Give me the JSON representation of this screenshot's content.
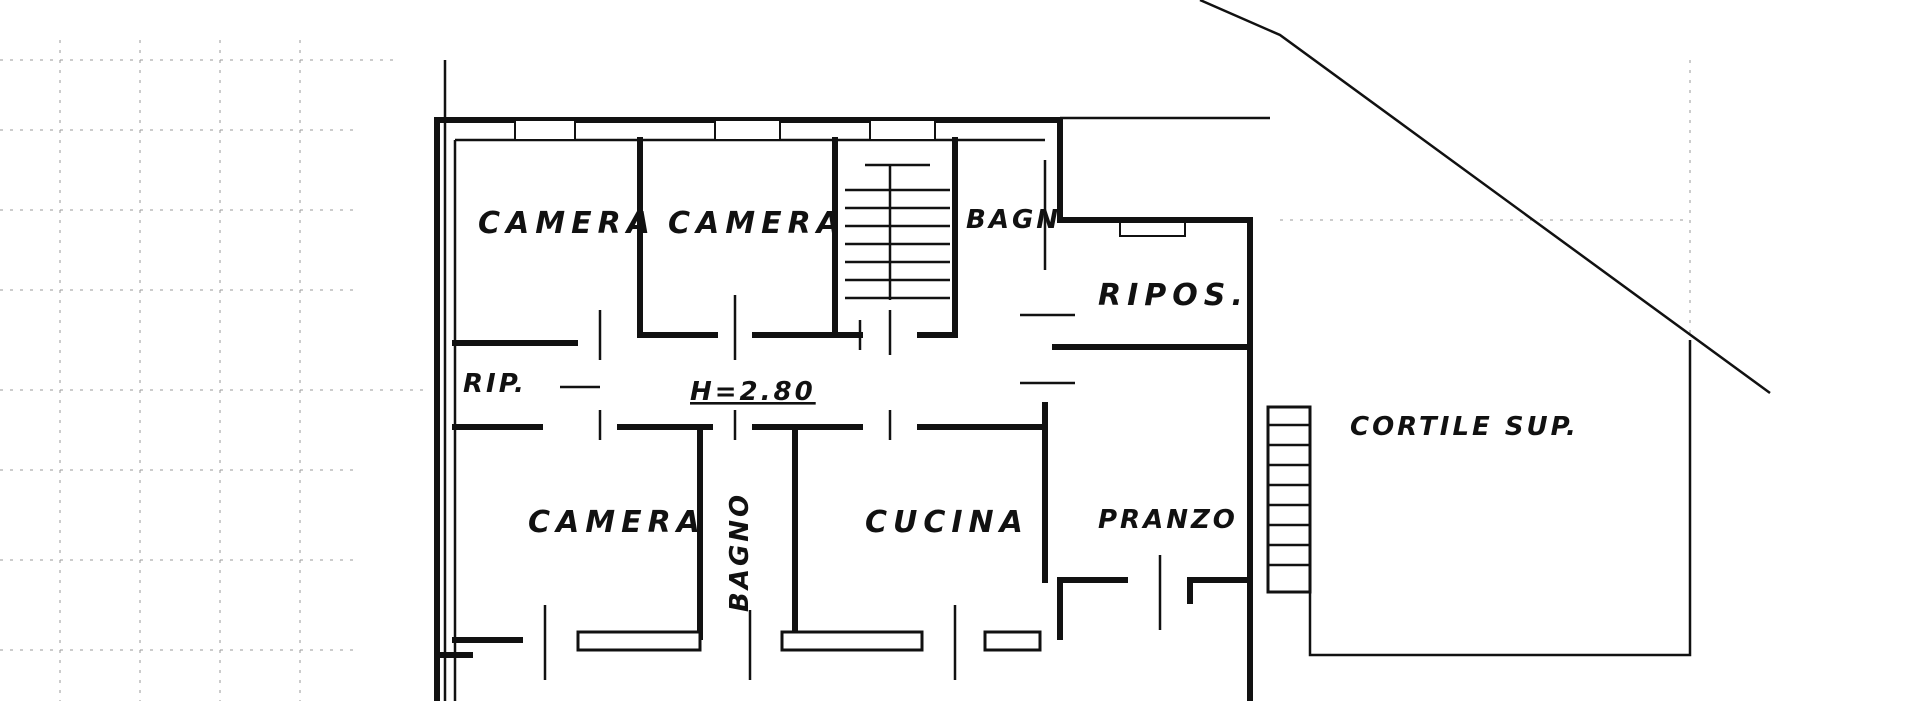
{
  "plan": {
    "rooms": {
      "camera_1": "CAMERA",
      "camera_2": "CAMERA",
      "bagno_top": "BAGN",
      "ripos": "RIPOS.",
      "rip": "RIP.",
      "height": "H=2.80",
      "camera_3": "CAMERA",
      "bagno_vertical": "BAGNO",
      "cucina": "CUCINA",
      "pranzo": "PRANZO",
      "cortile": "CORTILE SUP."
    },
    "colors": {
      "ink": "#111111",
      "grid": "#9a9a9a",
      "paper": "#ffffff"
    }
  }
}
